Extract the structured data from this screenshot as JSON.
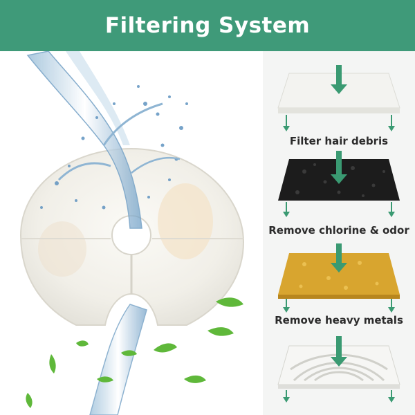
{
  "header": {
    "title": "Filtering System"
  },
  "layers": [
    {
      "label": "Filter hair debris",
      "icon": "cotton-filter-layer"
    },
    {
      "label": "Remove chlorine & odor",
      "icon": "activated-carbon-layer"
    },
    {
      "label": "Remove heavy metals",
      "icon": "ion-resin-layer"
    },
    {
      "label": "",
      "icon": "mesh-filter-layer"
    }
  ],
  "colors": {
    "brand": "#3f9a79",
    "arrow": "#3a9a72",
    "carbon": "#1c1c1c",
    "resin": "#d8a52f",
    "cotton": "#f3f3f0"
  },
  "decor": {
    "illustration": "water-splash-filter-disc",
    "leaves": "leaf-icon"
  }
}
